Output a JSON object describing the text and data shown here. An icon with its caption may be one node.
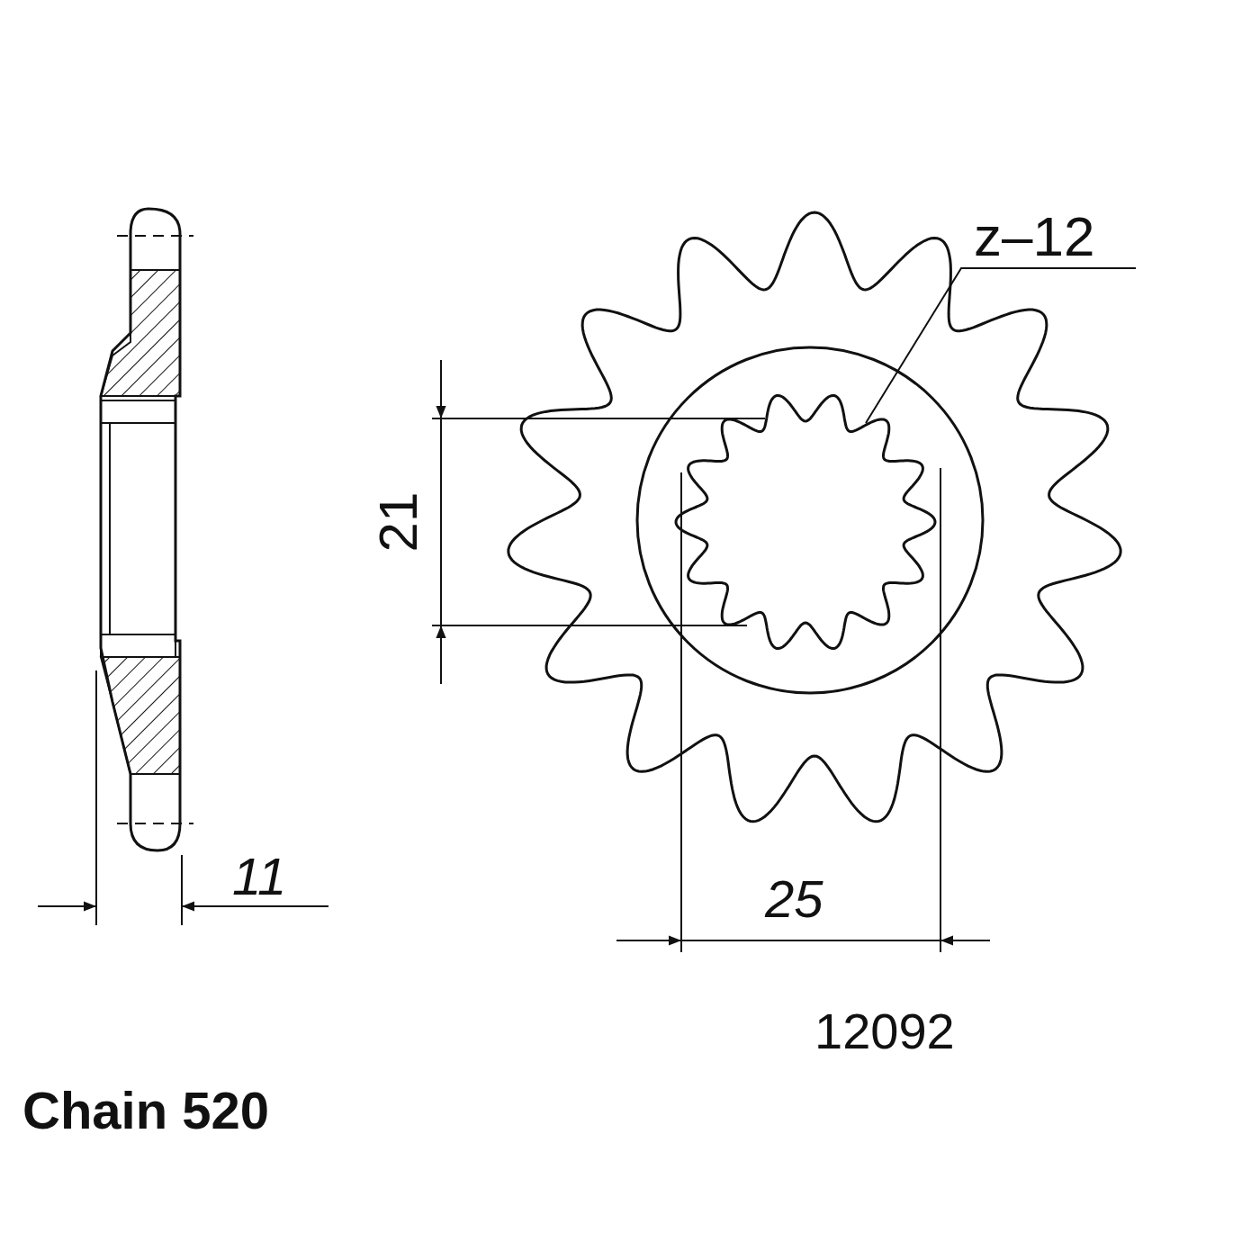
{
  "diagram": {
    "nodes": [
      {
        "text": [
          "z–12"
        ]
      },
      {
        "text": [],
        "shape": "picture"
      }
    ],
    "edges": [
      {
        "from": 0,
        "to": 1,
        "arrow": "none"
      }
    ],
    "labels": [
      "21",
      "11",
      "25",
      "12092",
      "Chain 520"
    ]
  }
}
